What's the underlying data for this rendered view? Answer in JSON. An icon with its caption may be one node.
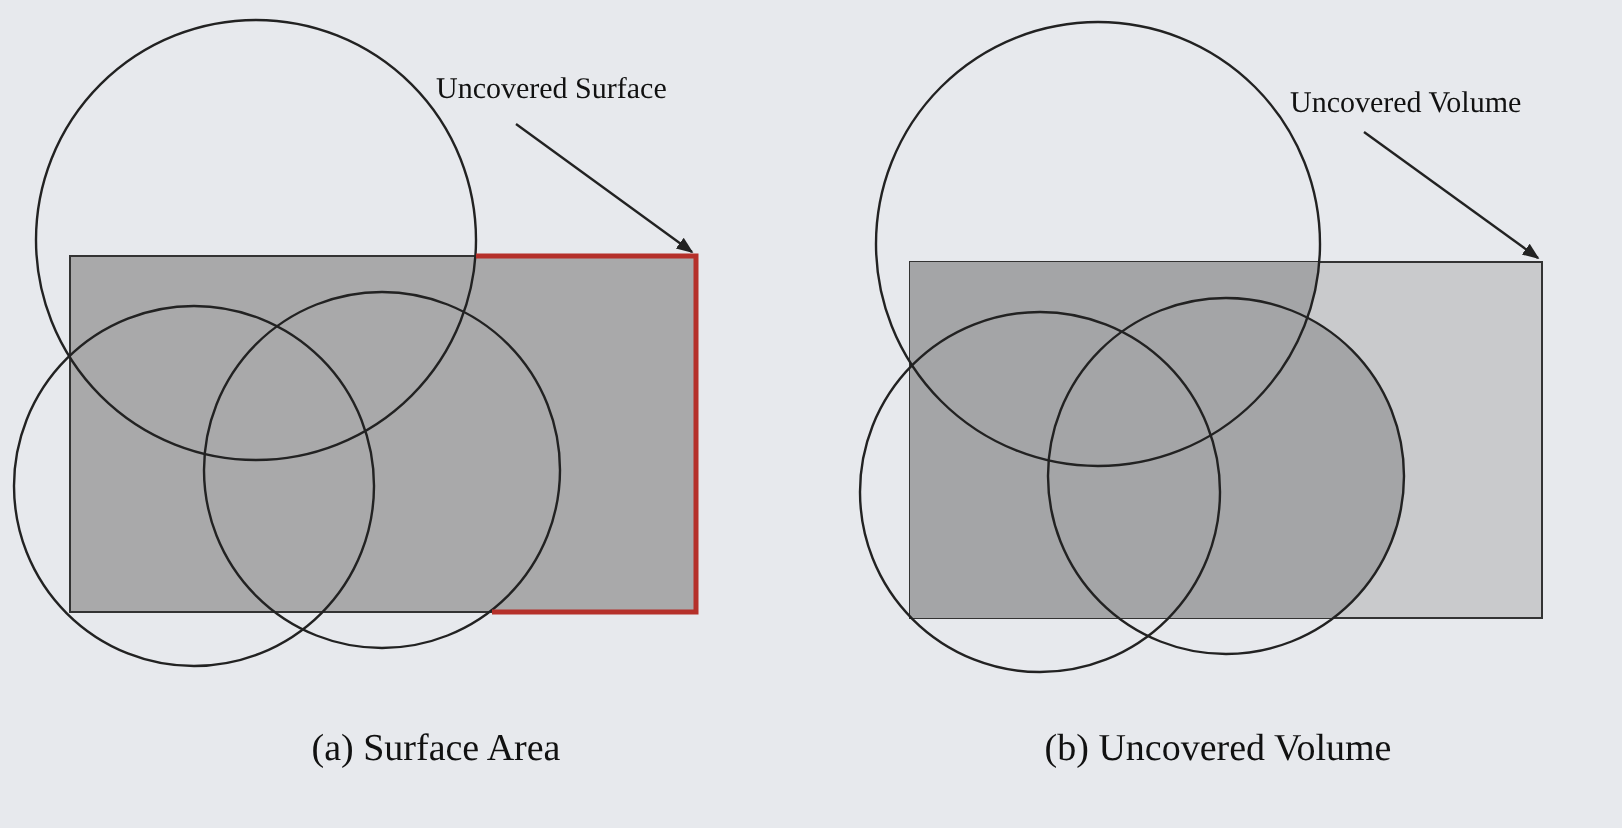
{
  "diagram": {
    "nodes": [
      {
        "text": [
          "Uncovered Surface"
        ]
      },
      {
        "text": [],
        "shape": "box"
      },
      {
        "text": [
          "Uncovered Volume"
        ]
      },
      {
        "text": [],
        "shape": "box"
      }
    ],
    "edges": [
      {
        "from": 0,
        "to": 1,
        "arrow": "to"
      },
      {
        "from": 2,
        "to": 3,
        "arrow": "to"
      }
    ],
    "labels": [
      "(a) Surface Area",
      "(b) Uncovered Volume"
    ]
  }
}
